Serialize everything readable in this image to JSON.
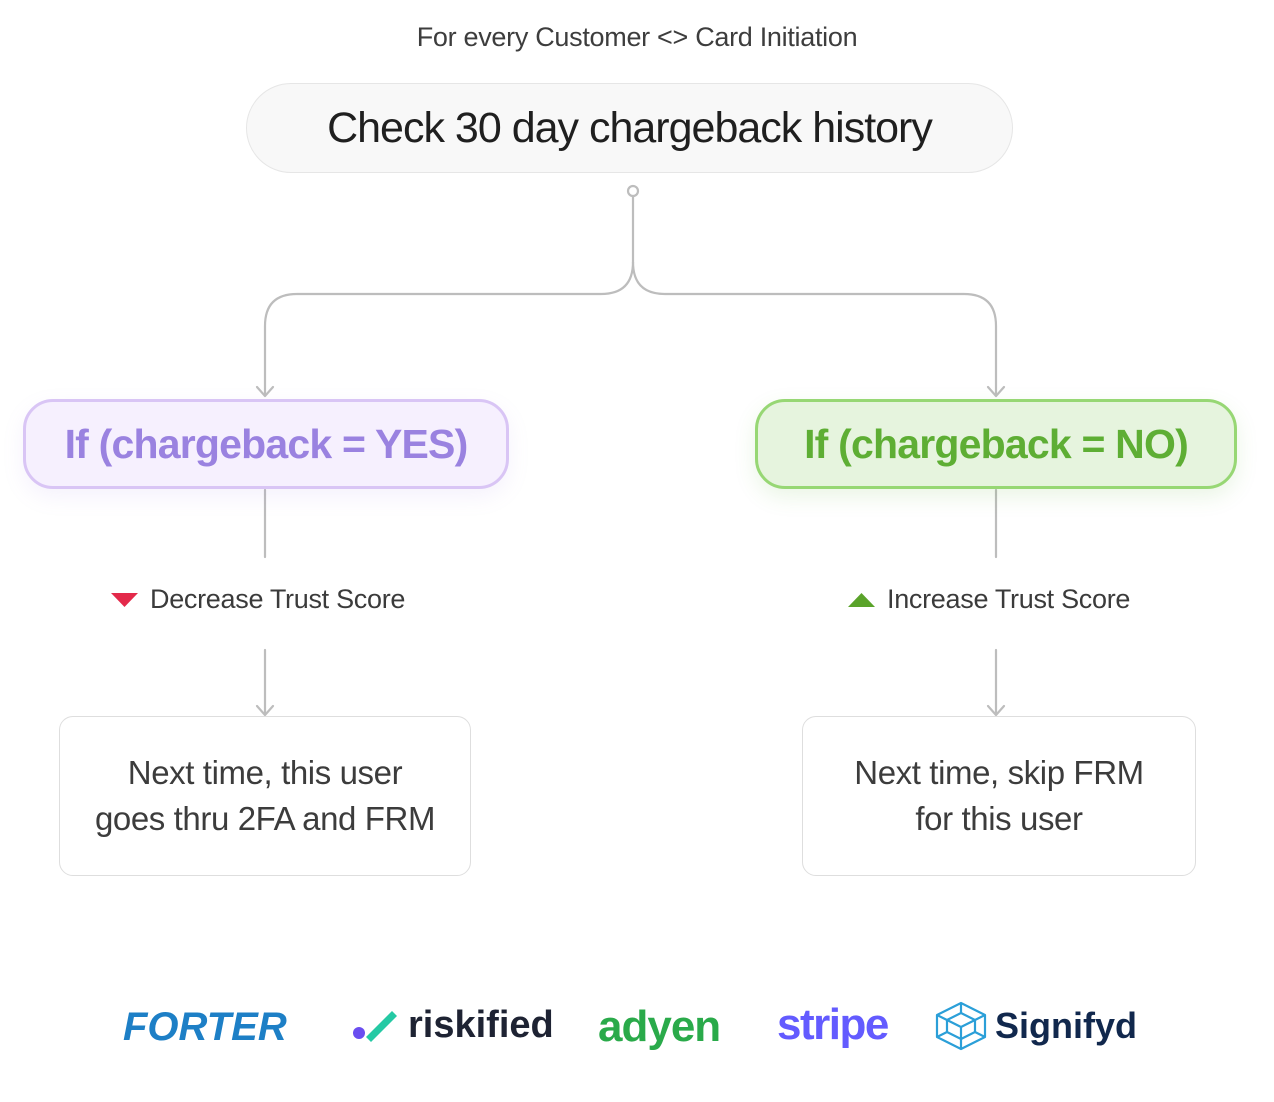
{
  "caption": "For every Customer <> Card Initiation",
  "root": {
    "label": "Check 30 day chargeback history"
  },
  "branches": {
    "yes": {
      "condition": "If (chargeback = YES)",
      "score_label": "Decrease Trust Score",
      "score_icon": "triangle-down-icon",
      "score_color": "#e3294a",
      "result_line1": "Next time, this user",
      "result_line2": "goes thru 2FA and FRM",
      "accent": "#9a82e0"
    },
    "no": {
      "condition": "If (chargeback = NO)",
      "score_label": "Increase Trust Score",
      "score_icon": "triangle-up-icon",
      "score_color": "#5aa32a",
      "result_line1": "Next time, skip FRM",
      "result_line2": "for this user",
      "accent": "#5eae34"
    }
  },
  "logos": [
    {
      "name": "FORTER",
      "icon": "forter-logo",
      "color": "#1d7fc6"
    },
    {
      "name": "riskified",
      "icon": "riskified-logo",
      "color": "#1e2333"
    },
    {
      "name": "adyen",
      "icon": "adyen-logo",
      "color": "#2aaa4a"
    },
    {
      "name": "stripe",
      "icon": "stripe-logo",
      "color": "#635bff"
    },
    {
      "name": "Signifyd",
      "icon": "signifyd-logo",
      "color": "#11284d"
    }
  ]
}
